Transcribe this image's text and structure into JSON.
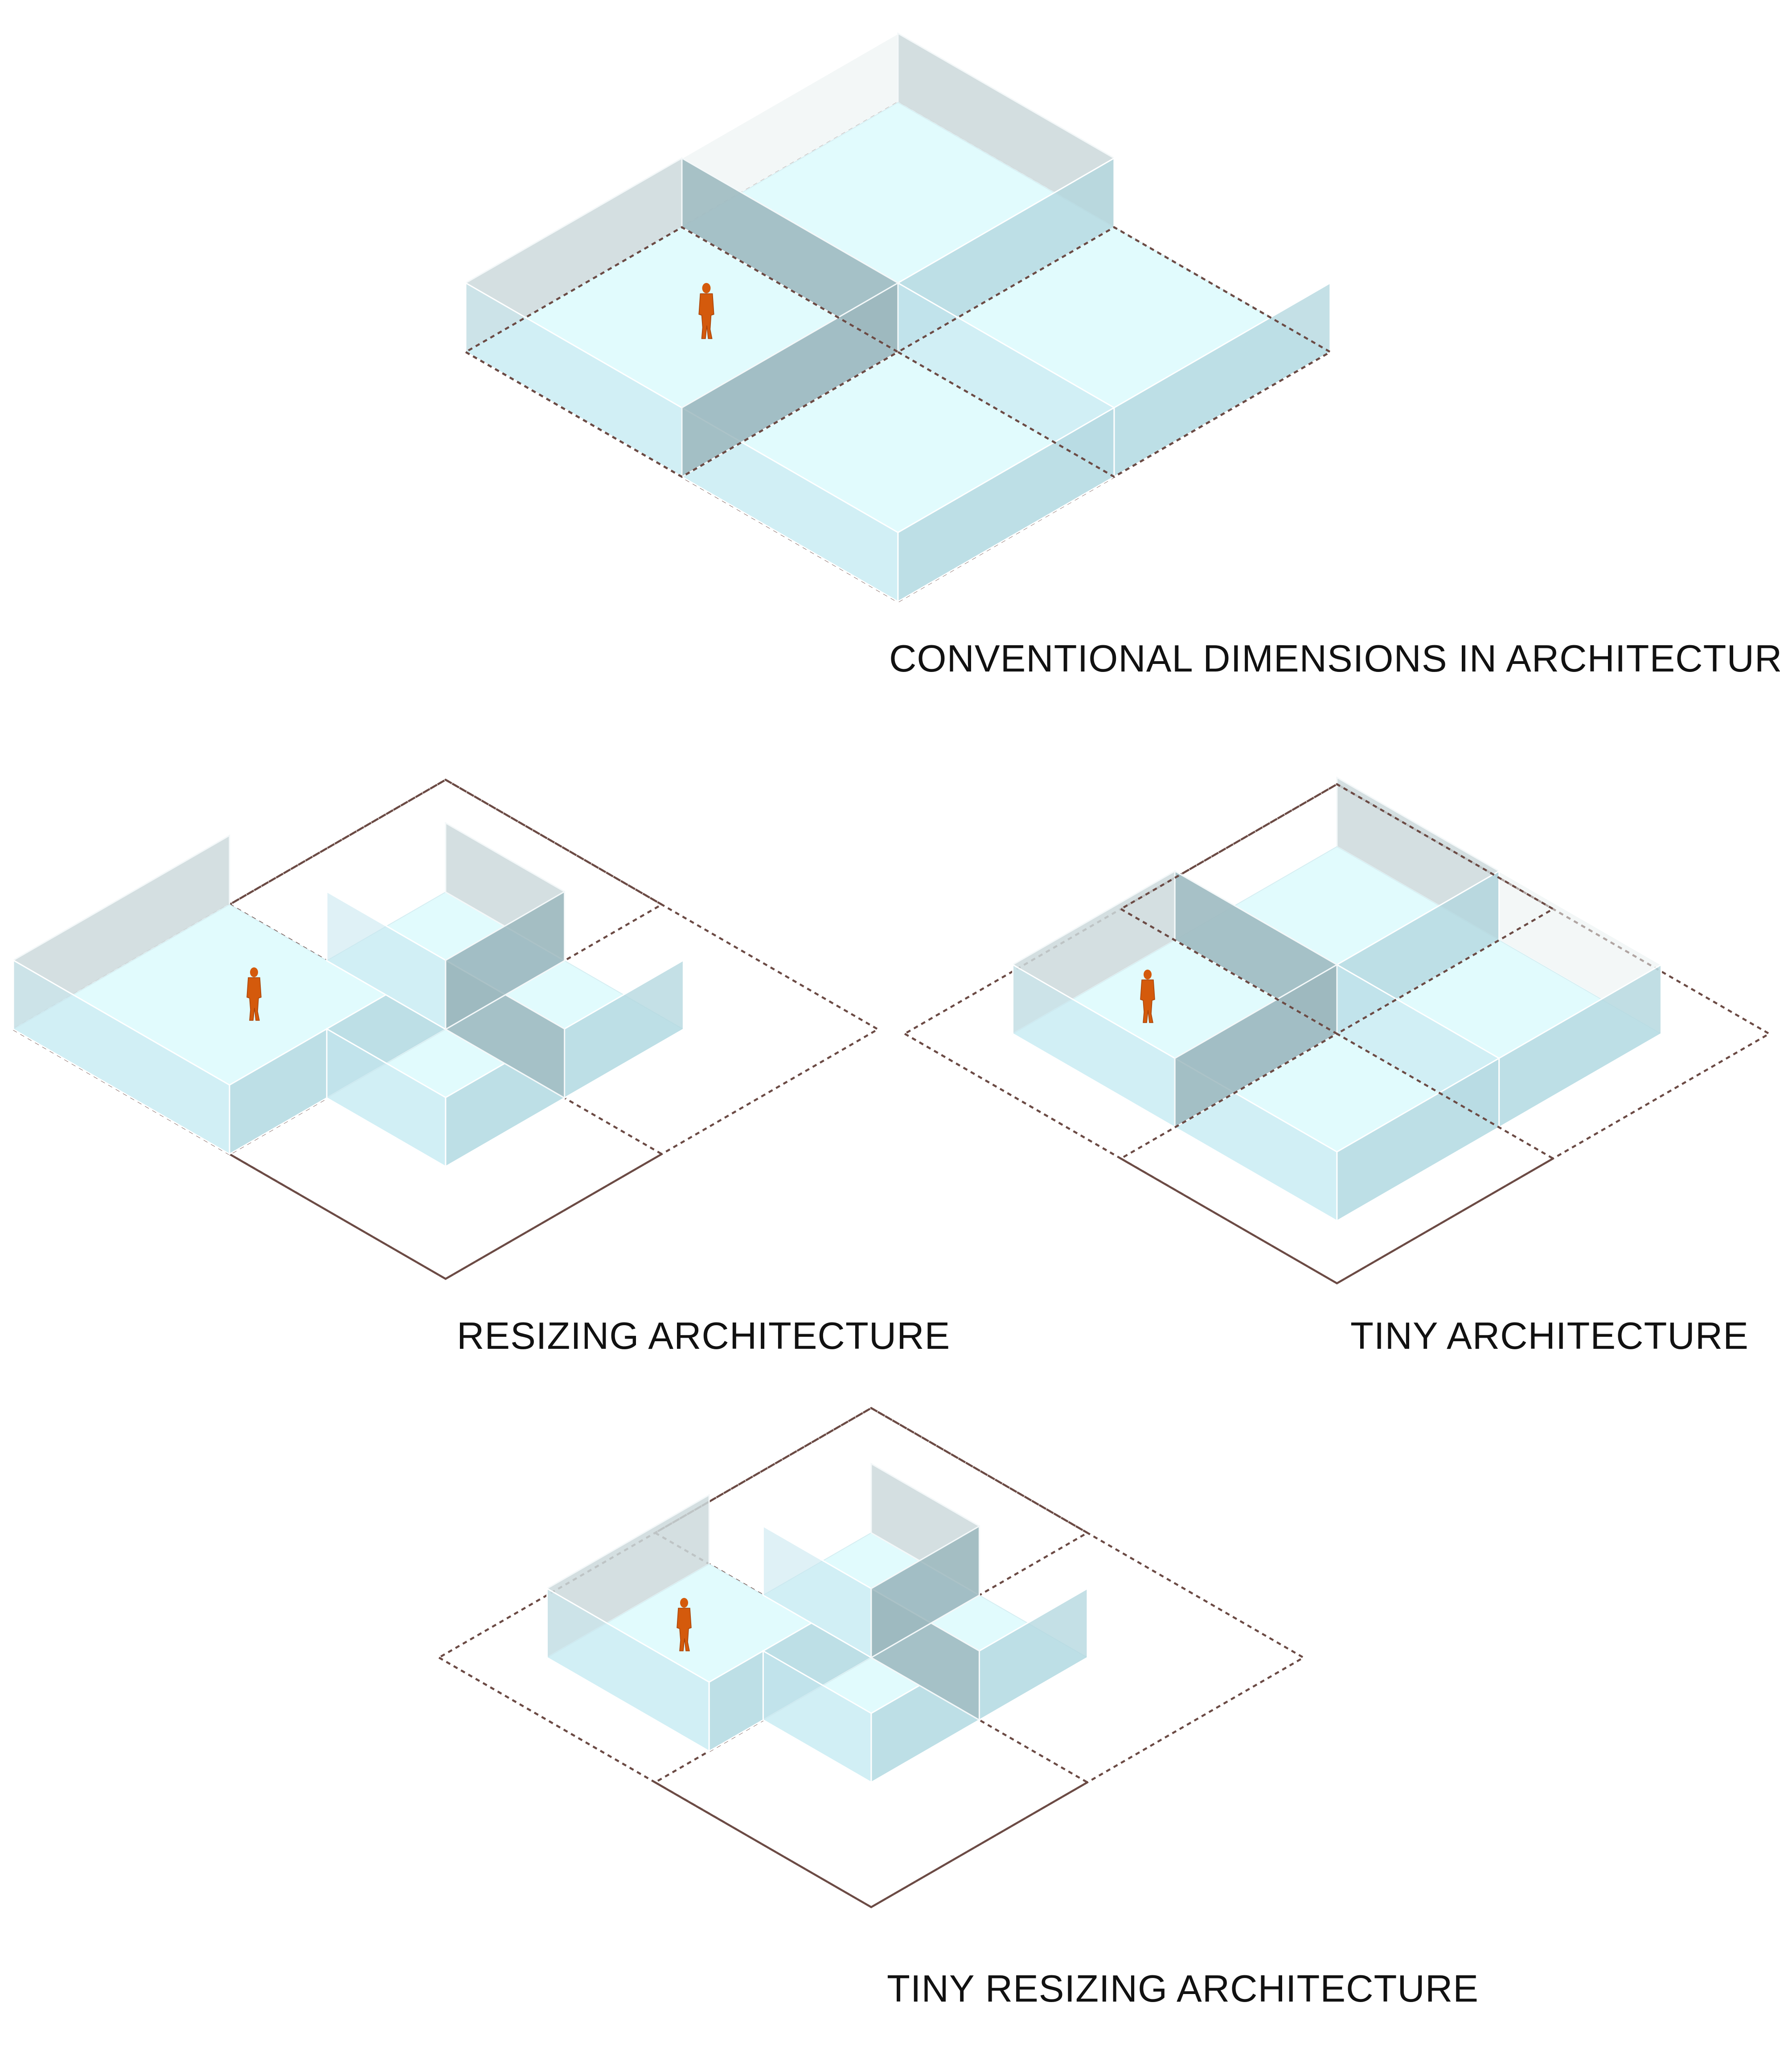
{
  "diagrams": [
    {
      "id": "conventional",
      "caption": "CONVENTIONAL DIMENSIONS IN ARCHITECTURE"
    },
    {
      "id": "resizing",
      "caption": "RESIZING ARCHITECTURE"
    },
    {
      "id": "tiny",
      "caption": "TINY ARCHITECTURE"
    },
    {
      "id": "tiny-resizing",
      "caption": "TINY RESIZING ARCHITECTURE"
    }
  ],
  "colors": {
    "floor_top": "#e1fbfd",
    "box_side_light": "#c5e6ee",
    "box_side_dark": "#b0d5de",
    "wall_face": "#cdd9dc",
    "wall_face_dark": "#9eb8be",
    "wall_top": "#e9f0f1",
    "dotted_outline": "#6b4a44",
    "figure": "#d45a0c"
  },
  "icons": {
    "figure": "human-figure-icon"
  }
}
